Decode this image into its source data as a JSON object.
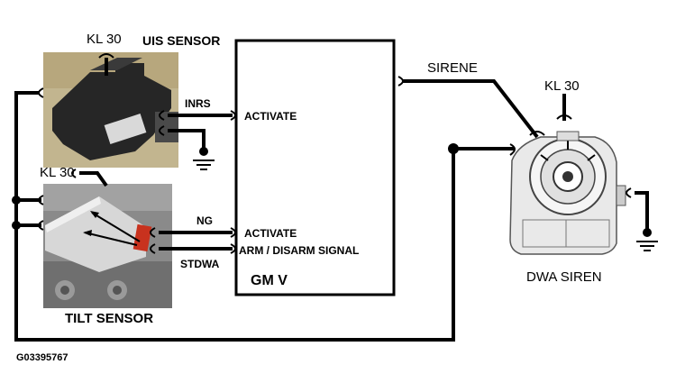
{
  "labels": {
    "uis_sensor": "UIS SENSOR",
    "kl30_uis": "KL 30",
    "inrs": "INRS",
    "activate_top": "ACTIVATE",
    "sirene": "SIRENE",
    "kl30_siren": "KL 30",
    "kl30_tilt": "KL 30",
    "ng": "NG",
    "activate_bottom": "ACTIVATE",
    "arm_disarm": "ARM / DISARM SIGNAL",
    "stdwa": "STDWA",
    "gm_v": "GM V",
    "dwa_siren": "DWA SIREN",
    "tilt_sensor": "TILT SENSOR",
    "figure_code": "G03395767"
  },
  "colors": {
    "uis_photo": "#c2b58f",
    "uis_body": "#262626",
    "tilt_photo": "#8a8a8a",
    "tilt_body": "#d7d7d7",
    "connector_red": "#c8321e",
    "siren_body": "#e9e9e9"
  }
}
